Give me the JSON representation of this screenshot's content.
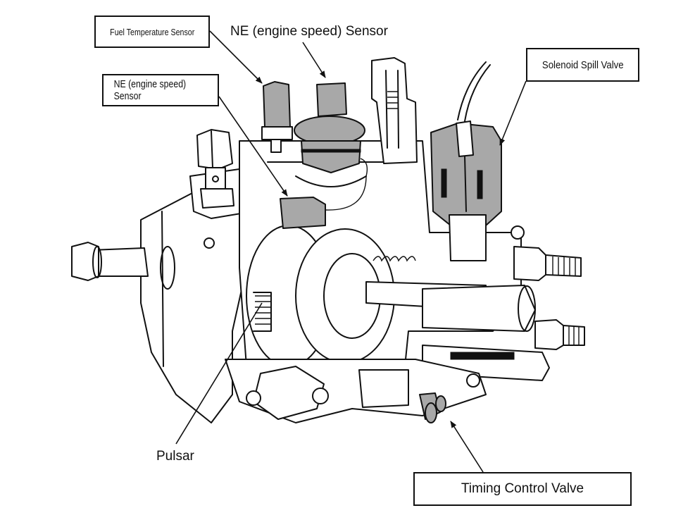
{
  "diagram": {
    "subject": "Distributor-type diesel fuel injection pump (cutaway illustration)",
    "colors": {
      "line": "#111111",
      "highlight": "#a8a8a8",
      "background": "#ffffff"
    },
    "labels": {
      "fuel_temperature_sensor": "Fuel Temperature Sensor",
      "ne_sensor_top": "NE (engine speed) Sensor",
      "ne_sensor_boxed": "NE (engine speed) Sensor",
      "solenoid_spill_valve": "Solenoid Spill Valve",
      "pulsar": "Pulsar",
      "timing_control_valve": "Timing Control Valve"
    },
    "highlighted_parts": [
      "fuel-temperature-sensor",
      "ne-sensor-top",
      "ne-sensor-pickup",
      "solenoid-spill-valve",
      "timing-control-valve"
    ]
  }
}
